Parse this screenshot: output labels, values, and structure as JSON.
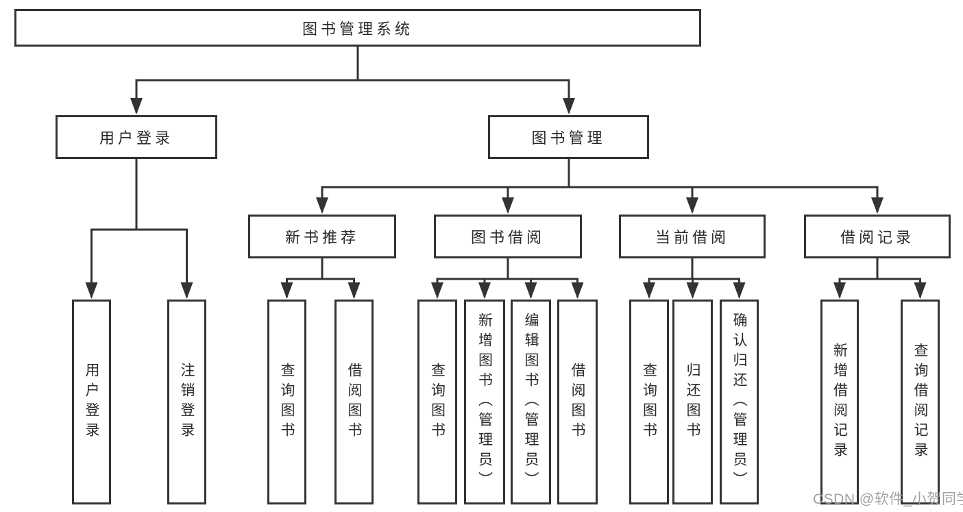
{
  "diagram": {
    "tree": {
      "label": "图书管理系统",
      "children": [
        {
          "label": "用户登录",
          "children": [
            {
              "label": "用户登录"
            },
            {
              "label": "注销登录"
            }
          ]
        },
        {
          "label": "图书管理",
          "children": [
            {
              "label": "新书推荐",
              "children": [
                {
                  "label": "查询图书"
                },
                {
                  "label": "借阅图书"
                }
              ]
            },
            {
              "label": "图书借阅",
              "children": [
                {
                  "label": "查询图书"
                },
                {
                  "label": "新增图书（管理员）"
                },
                {
                  "label": "编辑图书（管理员）"
                },
                {
                  "label": "借阅图书"
                }
              ]
            },
            {
              "label": "当前借阅",
              "children": [
                {
                  "label": "查询图书"
                },
                {
                  "label": "归还图书"
                },
                {
                  "label": "确认归还（管理员）"
                }
              ]
            },
            {
              "label": "借阅记录",
              "children": [
                {
                  "label": "新增借阅记录"
                },
                {
                  "label": "查询借阅记录"
                }
              ]
            }
          ]
        }
      ]
    },
    "colors": {
      "line": "#333333",
      "text": "#2b2b2b",
      "background": "#ffffff",
      "watermark": "#9b9b9b"
    }
  },
  "watermark": {
    "text": "CSDN @软件_小贺同学"
  }
}
